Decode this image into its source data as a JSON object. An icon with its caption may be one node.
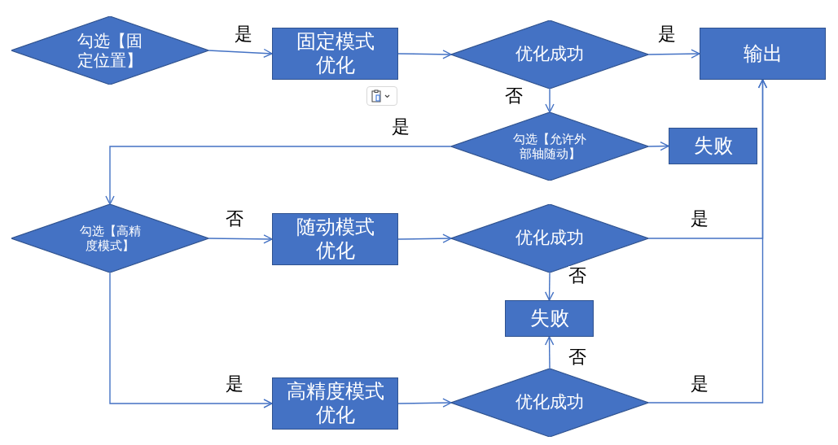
{
  "diagram": {
    "nodes": [
      {
        "text": [
          "勾选【固定位置】"
        ]
      },
      {
        "text": [
          "固定模式优化"
        ]
      },
      {
        "text": [
          "优化成功"
        ]
      },
      {
        "text": [
          "输出"
        ]
      },
      {
        "text": [
          "勾选【允许外部轴随动】"
        ]
      },
      {
        "text": [
          "失败"
        ]
      },
      {
        "text": [
          "勾选【高精度模式】"
        ]
      },
      {
        "text": [
          "随动模式优化"
        ]
      },
      {
        "text": [
          "优化成功"
        ]
      },
      {
        "text": [
          "失败"
        ]
      },
      {
        "text": [
          "高精度模式优化"
        ]
      },
      {
        "text": [
          "优化成功"
        ]
      }
    ],
    "edges": [
      {
        "from": 0,
        "to": 1,
        "arrow": "to",
        "label": "是"
      },
      {
        "from": 1,
        "to": 2,
        "arrow": "to"
      },
      {
        "from": 2,
        "to": 3,
        "arrow": "to",
        "label": "是"
      },
      {
        "from": 2,
        "to": 4,
        "arrow": "to",
        "label": "否"
      },
      {
        "from": 4,
        "to": 5,
        "arrow": "to"
      },
      {
        "from": 4,
        "to": 6,
        "arrow": "to",
        "label": "是"
      },
      {
        "from": 6,
        "to": 7,
        "arrow": "to",
        "label": "否"
      },
      {
        "from": 7,
        "to": 8,
        "arrow": "to"
      },
      {
        "from": 8,
        "to": 3,
        "arrow": "to",
        "label": "是"
      },
      {
        "from": 8,
        "to": 9,
        "arrow": "to",
        "label": "否"
      },
      {
        "from": 6,
        "to": 10,
        "arrow": "to",
        "label": "是"
      },
      {
        "from": 10,
        "to": 11,
        "arrow": "to"
      },
      {
        "from": 11,
        "to": 9,
        "arrow": "to",
        "label": "否"
      },
      {
        "from": 11,
        "to": 3,
        "arrow": "to",
        "label": "是"
      }
    ]
  }
}
